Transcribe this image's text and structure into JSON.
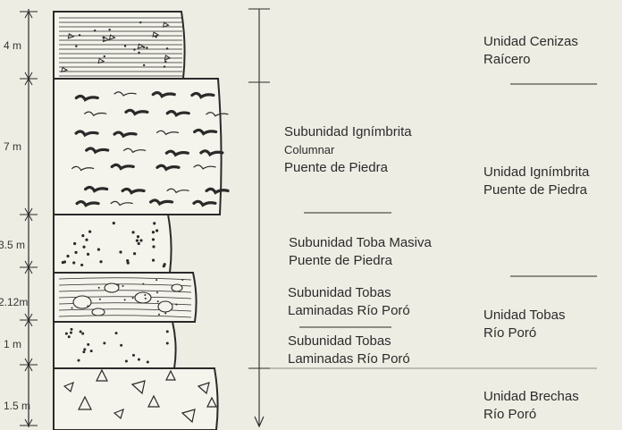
{
  "diagram": {
    "thicknesses": [
      "4 m",
      "7 m",
      "3.5 m",
      "2.12m",
      "1 m",
      "1.5 m"
    ],
    "layers": [
      {
        "pattern": "ash-lines"
      },
      {
        "pattern": "ignimbrite-flames"
      },
      {
        "pattern": "dots-massive"
      },
      {
        "pattern": "laminated-lapilli"
      },
      {
        "pattern": "dots-sparse"
      },
      {
        "pattern": "breccia-triangles"
      }
    ],
    "subunits": [
      {
        "line1": "Subunidad Ignímbrita",
        "line2": "Columnar",
        "line3": "Puente de Piedra"
      },
      {
        "line1": "Subunidad Toba Masiva",
        "line2": "Puente de Piedra"
      },
      {
        "line1": "Subunidad Tobas",
        "line2": "Laminadas Río Poró"
      },
      {
        "line1": "Subunidad Tobas",
        "line2": "Laminadas Río Poró"
      }
    ],
    "units": [
      {
        "line1": "Unidad Cenizas",
        "line2": "Raícero"
      },
      {
        "line1": "Unidad Ignímbrita",
        "line2": "Puente de Piedra"
      },
      {
        "line1": "Unidad Tobas",
        "line2": "Río Poró"
      },
      {
        "line1": "Unidad Brechas",
        "line2": "Río Poró"
      }
    ],
    "colors": {
      "ink": "#2a2a2a",
      "paper": "#eeede4"
    }
  }
}
